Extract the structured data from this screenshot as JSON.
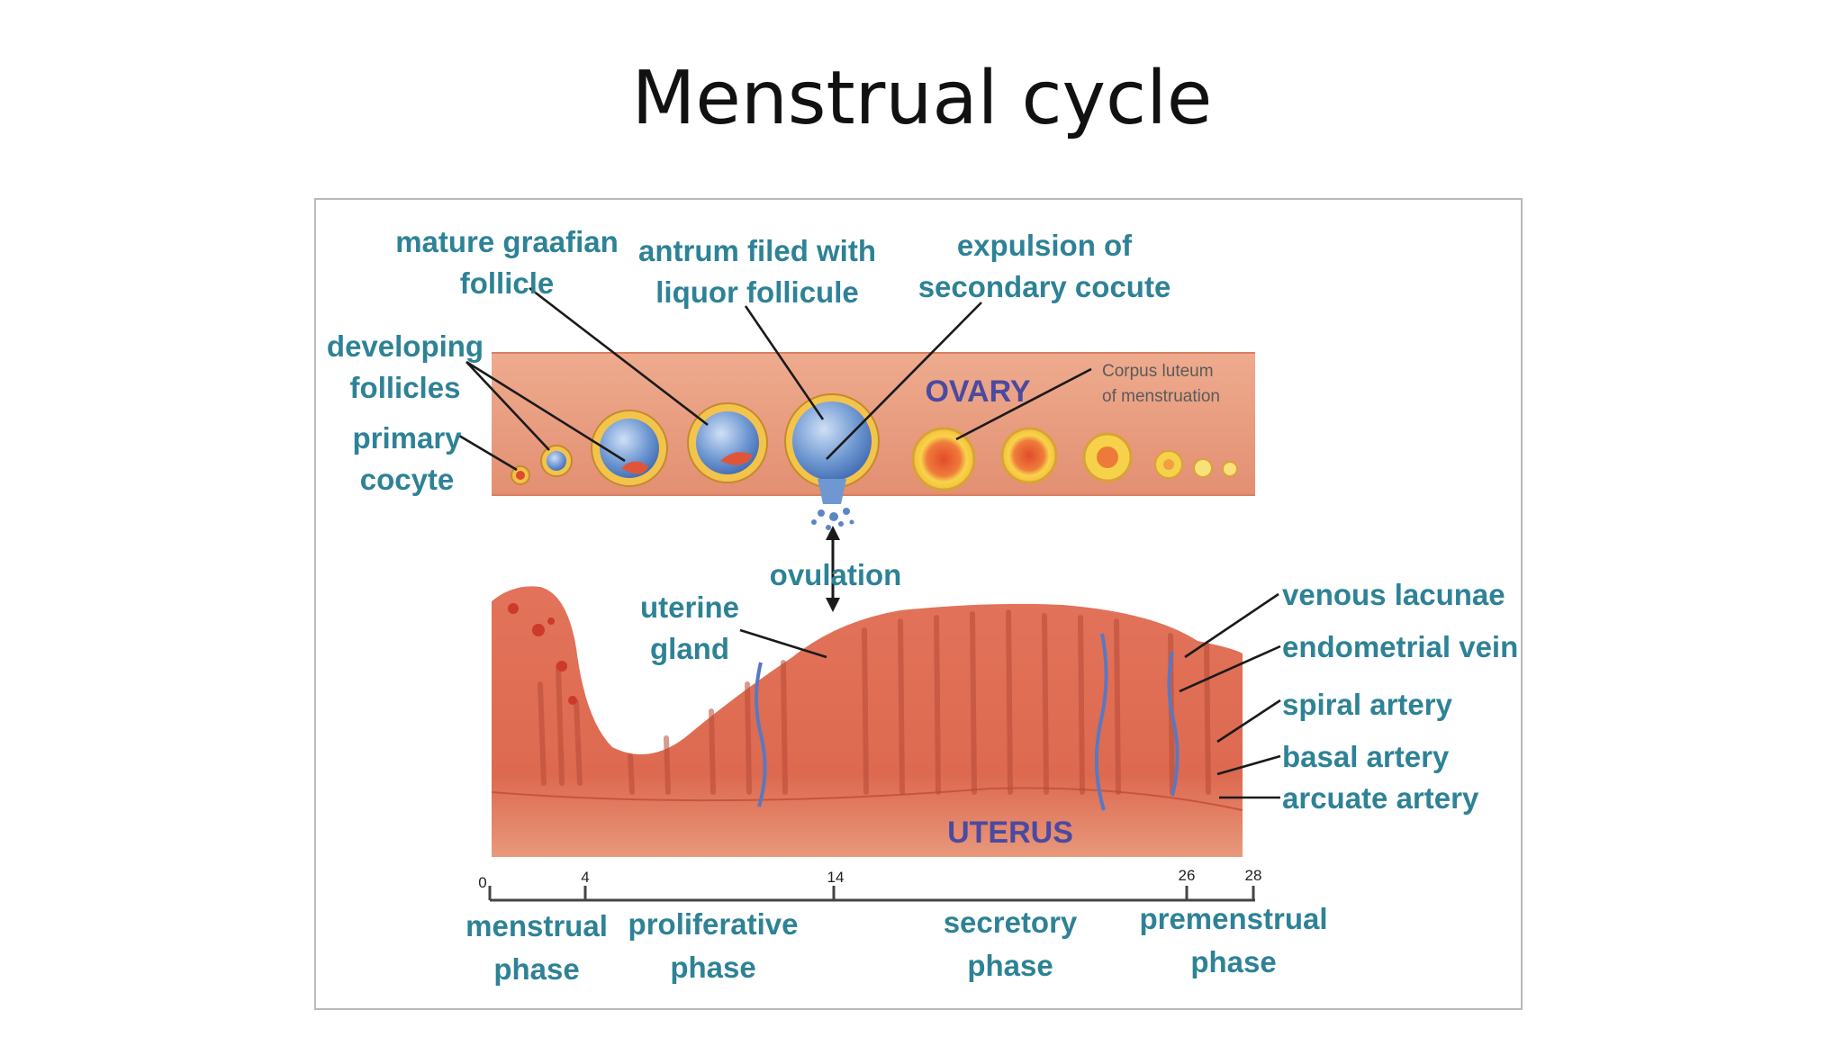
{
  "slide": {
    "title": "Menstrual cycle"
  },
  "ovary": {
    "name": "OVARY",
    "labels": {
      "mature_graafian": [
        "mature graafian",
        "follicle"
      ],
      "antrum": [
        "antrum filed with",
        "liquor follicule"
      ],
      "expulsion": [
        "expulsion of",
        "secondary cocute"
      ],
      "developing": [
        "developing",
        "follicles"
      ],
      "primary": [
        "primary",
        "cocyte"
      ],
      "corpus_luteum": [
        "Corpus luteum",
        "of menstruation"
      ]
    }
  },
  "ovulation": "ovulation",
  "uterus": {
    "name": "UTERUS",
    "labels": {
      "uterine_gland": [
        "uterine",
        "gland"
      ],
      "venous_lacunae": "venous lacunae",
      "endometrial_vein": "endometrial vein",
      "spiral_artery": "spiral artery",
      "basal_artery": "basal artery",
      "arcuate_artery": "arcuate artery"
    }
  },
  "timeline": {
    "ticks": [
      "0",
      "4",
      "14",
      "26",
      "28"
    ],
    "phases": [
      [
        "menstrual",
        "phase"
      ],
      [
        "proliferative",
        "phase"
      ],
      [
        "secretory",
        "phase"
      ],
      [
        "premenstrual",
        "phase"
      ]
    ]
  },
  "colors": {
    "label_text": "#2e8296",
    "organ_text": "#4a4aa0",
    "ovary_tissue": "#e9a184",
    "uterus_tissue": "#de6b52",
    "follicle_blue": "#5a86c6",
    "corpus_yellow": "#f6d24a"
  }
}
